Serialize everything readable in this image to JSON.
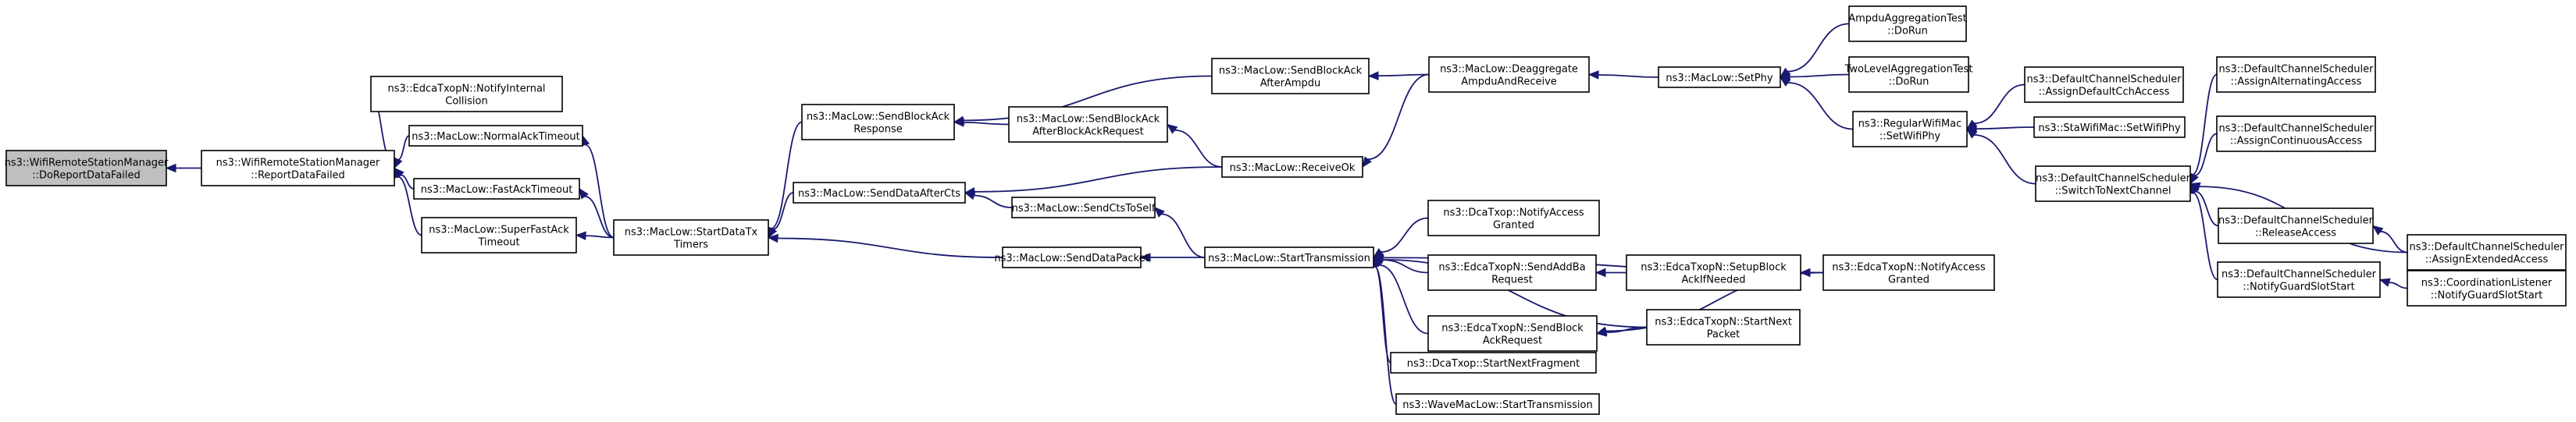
{
  "graph": {
    "nodes": [
      {
        "id": "n0",
        "lines": [
          "ns3::WifiRemoteStationManager",
          "::DoReportDataFailed"
        ],
        "root": true
      },
      {
        "id": "n1",
        "lines": [
          "ns3::WifiRemoteStationManager",
          "::ReportDataFailed"
        ]
      },
      {
        "id": "n2",
        "lines": [
          "ns3::EdcaTxopN::NotifyInternal",
          "Collision"
        ]
      },
      {
        "id": "n3",
        "lines": [
          "ns3::MacLow::NormalAckTimeout"
        ]
      },
      {
        "id": "n4",
        "lines": [
          "ns3::MacLow::FastAckTimeout"
        ]
      },
      {
        "id": "n5",
        "lines": [
          "ns3::MacLow::SuperFastAck",
          "Timeout"
        ]
      },
      {
        "id": "n6",
        "lines": [
          "ns3::MacLow::StartDataTx",
          "Timers"
        ]
      },
      {
        "id": "n7",
        "lines": [
          "ns3::MacLow::SendBlockAck",
          "Response"
        ]
      },
      {
        "id": "n8",
        "lines": [
          "ns3::MacLow::SendDataAfterCts"
        ]
      },
      {
        "id": "n9",
        "lines": [
          "ns3::MacLow::SendDataPacket"
        ]
      },
      {
        "id": "n10",
        "lines": [
          "ns3::MacLow::SendBlockAck",
          "AfterAmpdu"
        ]
      },
      {
        "id": "n11",
        "lines": [
          "ns3::MacLow::SendBlockAck",
          "AfterBlockAckRequest"
        ]
      },
      {
        "id": "n12",
        "lines": [
          "ns3::MacLow::SendCtsToSelf"
        ]
      },
      {
        "id": "n13",
        "lines": [
          "ns3::MacLow::StartTransmission"
        ]
      },
      {
        "id": "n14",
        "lines": [
          "ns3::MacLow::ReceiveOk"
        ]
      },
      {
        "id": "n15",
        "lines": [
          "ns3::MacLow::Deaggregate",
          "AmpduAndReceive"
        ]
      },
      {
        "id": "n16",
        "lines": [
          "ns3::DcaTxop::NotifyAccess",
          "Granted"
        ]
      },
      {
        "id": "n17",
        "lines": [
          "ns3::EdcaTxopN::SendAddBa",
          "Request"
        ]
      },
      {
        "id": "n18",
        "lines": [
          "ns3::EdcaTxopN::SendBlock",
          "AckRequest"
        ]
      },
      {
        "id": "n19",
        "lines": [
          "ns3::DcaTxop::StartNextFragment"
        ]
      },
      {
        "id": "n20",
        "lines": [
          "ns3::WaveMacLow::StartTransmission"
        ]
      },
      {
        "id": "n21",
        "lines": [
          "ns3::EdcaTxopN::SetupBlock",
          "AckIfNeeded"
        ]
      },
      {
        "id": "n22",
        "lines": [
          "ns3::EdcaTxopN::NotifyAccess",
          "Granted"
        ]
      },
      {
        "id": "n23",
        "lines": [
          "ns3::EdcaTxopN::StartNext",
          "Packet"
        ]
      },
      {
        "id": "n24",
        "lines": [
          "ns3::MacLow::SetPhy"
        ]
      },
      {
        "id": "n25",
        "lines": [
          "AmpduAggregationTest",
          "::DoRun"
        ]
      },
      {
        "id": "n26",
        "lines": [
          "TwoLevelAggregationTest",
          "::DoRun"
        ]
      },
      {
        "id": "n27",
        "lines": [
          "ns3::RegularWifiMac",
          "::SetWifiPhy"
        ]
      },
      {
        "id": "n28",
        "lines": [
          "ns3::DefaultChannelScheduler",
          "::AssignDefaultCchAccess"
        ]
      },
      {
        "id": "n29",
        "lines": [
          "ns3::StaWifiMac::SetWifiPhy"
        ]
      },
      {
        "id": "n30",
        "lines": [
          "ns3::DefaultChannelScheduler",
          "::SwitchToNextChannel"
        ]
      },
      {
        "id": "n31",
        "lines": [
          "ns3::DefaultChannelScheduler",
          "::AssignAlternatingAccess"
        ]
      },
      {
        "id": "n32",
        "lines": [
          "ns3::DefaultChannelScheduler",
          "::AssignContinuousAccess"
        ]
      },
      {
        "id": "n33",
        "lines": [
          "ns3::DefaultChannelScheduler",
          "::ReleaseAccess"
        ]
      },
      {
        "id": "n34",
        "lines": [
          "ns3::DefaultChannelScheduler",
          "::NotifyGuardSlotStart"
        ]
      },
      {
        "id": "n35",
        "lines": [
          "ns3::DefaultChannelScheduler",
          "::AssignExtendedAccess"
        ]
      },
      {
        "id": "n36",
        "lines": [
          "ns3::CoordinationListener",
          "::NotifyGuardSlotStart"
        ]
      }
    ],
    "edges": [
      [
        "n1",
        "n0"
      ],
      [
        "n2",
        "n1"
      ],
      [
        "n3",
        "n1"
      ],
      [
        "n4",
        "n1"
      ],
      [
        "n5",
        "n1"
      ],
      [
        "n6",
        "n3"
      ],
      [
        "n6",
        "n4"
      ],
      [
        "n6",
        "n5"
      ],
      [
        "n7",
        "n6"
      ],
      [
        "n8",
        "n6"
      ],
      [
        "n9",
        "n6"
      ],
      [
        "n10",
        "n7"
      ],
      [
        "n11",
        "n7"
      ],
      [
        "n14",
        "n8"
      ],
      [
        "n12",
        "n8"
      ],
      [
        "n13",
        "n9"
      ],
      [
        "n13",
        "n12"
      ],
      [
        "n15",
        "n10"
      ],
      [
        "n14",
        "n11"
      ],
      [
        "n15",
        "n14"
      ],
      [
        "n24",
        "n15"
      ],
      [
        "n16",
        "n13"
      ],
      [
        "n17",
        "n13"
      ],
      [
        "n18",
        "n13"
      ],
      [
        "n19",
        "n13"
      ],
      [
        "n20",
        "n13"
      ],
      [
        "n22",
        "n13"
      ],
      [
        "n23",
        "n13"
      ],
      [
        "n21",
        "n17"
      ],
      [
        "n22",
        "n21"
      ],
      [
        "n22",
        "n18"
      ],
      [
        "n23",
        "n18"
      ],
      [
        "n25",
        "n24"
      ],
      [
        "n26",
        "n24"
      ],
      [
        "n27",
        "n24"
      ],
      [
        "n28",
        "n27"
      ],
      [
        "n29",
        "n27"
      ],
      [
        "n30",
        "n27"
      ],
      [
        "n31",
        "n30"
      ],
      [
        "n32",
        "n30"
      ],
      [
        "n33",
        "n30"
      ],
      [
        "n34",
        "n30"
      ],
      [
        "n35",
        "n30"
      ],
      [
        "n35",
        "n33"
      ],
      [
        "n36",
        "n34"
      ]
    ]
  }
}
